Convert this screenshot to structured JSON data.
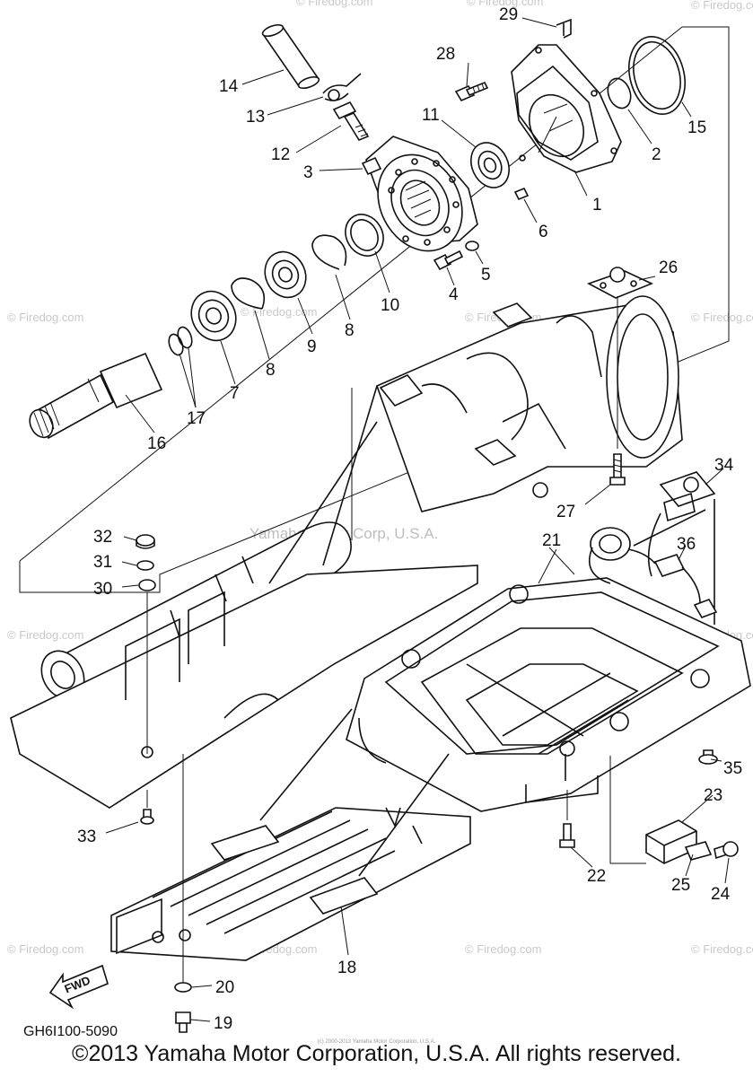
{
  "labels": {
    "p1": "1",
    "p2": "2",
    "p3": "3",
    "p4": "4",
    "p5": "5",
    "p6": "6",
    "p7": "7",
    "p8": "8",
    "p9": "9",
    "p10": "10",
    "p11": "11",
    "p12": "12",
    "p13": "13",
    "p14": "14",
    "p15": "15",
    "p16": "16",
    "p17": "17",
    "p18": "18",
    "p19": "19",
    "p20": "20",
    "p21": "21",
    "p22": "22",
    "p23": "23",
    "p24": "24",
    "p25": "25",
    "p26": "26",
    "p27": "27",
    "p28": "28",
    "p29": "29",
    "p30": "30",
    "p31": "31",
    "p32": "32",
    "p33": "33",
    "p34": "34",
    "p35": "35",
    "p36": "36"
  },
  "watermark_center": "Yamaha Motor Corp, U.S.A.",
  "watermark_site": "© Firedog.com",
  "fwd_label": "FWD",
  "diagram_code": "GH6I100-5090",
  "tiny_note": "(c) 2000-2013 Yamaha Motor Corporation, U.S.A.",
  "copyright": "©2013 Yamaha Motor Corporation, U.S.A. All rights reserved."
}
